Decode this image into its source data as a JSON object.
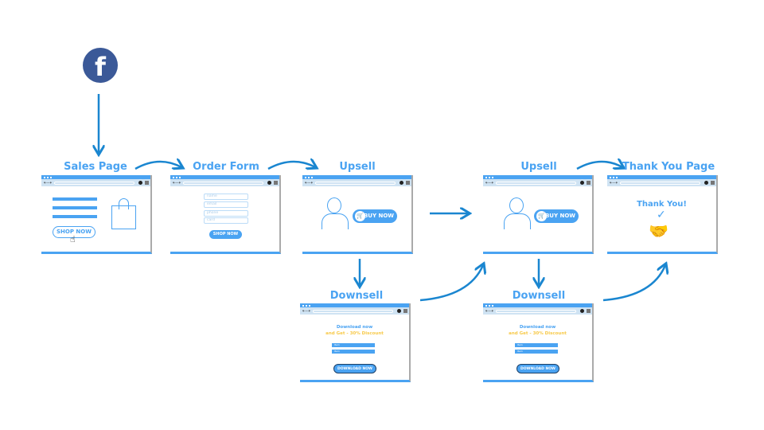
{
  "source": {
    "icon": "facebook-icon",
    "letter": "f",
    "color": "#3b5998"
  },
  "stages": {
    "sales": {
      "title": "Sales Page",
      "button": "SHOP NOW"
    },
    "order": {
      "title": "Order Form",
      "fields": [
        "name",
        "email",
        "phone",
        "card"
      ],
      "button": "SHOP NOW"
    },
    "upsell1": {
      "title": "Upsell",
      "button": "BUY NOW"
    },
    "downsell1": {
      "title": "Downsell",
      "line1": "Download now",
      "line2": "and Get - 30% Discount",
      "items": [
        "Item",
        "Item"
      ],
      "button": "DOWNLOAD NOW"
    },
    "upsell2": {
      "title": "Upsell",
      "button": "BUY NOW"
    },
    "downsell2": {
      "title": "Downsell",
      "line1": "Download now",
      "line2": "and Get - 30% Discount",
      "items": [
        "Item",
        "Item"
      ],
      "button": "DOWNLOAD NOW"
    },
    "thankyou": {
      "title": "Thank You Page",
      "message": "Thank You!"
    }
  },
  "colors": {
    "accent": "#4aa3f2",
    "arrow": "#1a86d0",
    "highlight": "#f7c948"
  }
}
